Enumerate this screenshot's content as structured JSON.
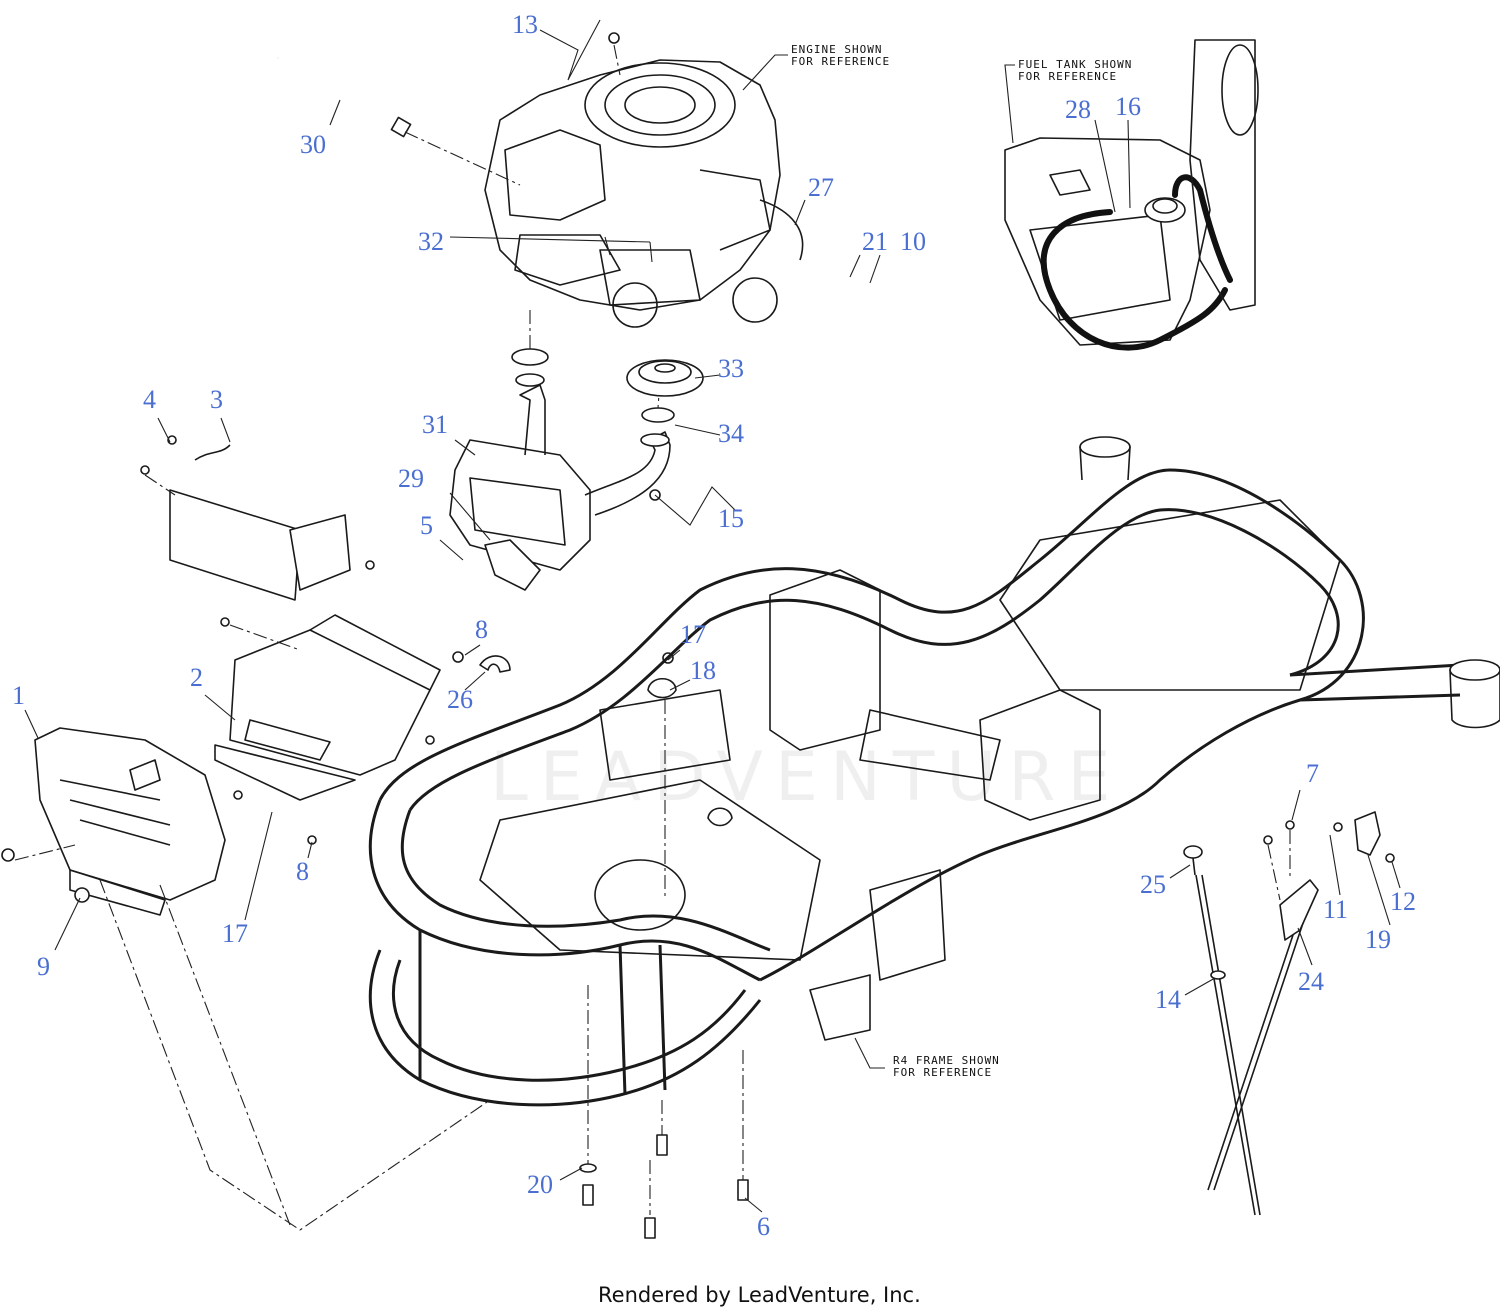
{
  "diagram": {
    "notes": {
      "engine": [
        "ENGINE SHOWN",
        "FOR REFERENCE"
      ],
      "fuel_tank": [
        "FUEL TANK SHOWN",
        "FOR REFERENCE"
      ],
      "frame": [
        "R4 FRAME SHOWN",
        "FOR REFERENCE"
      ]
    },
    "watermark": "LEADVENTURE",
    "footer": "Rendered by LeadVenture, Inc.",
    "callouts": {
      "c1": "1",
      "c2": "2",
      "c3": "3",
      "c4": "4",
      "c5": "5",
      "c6": "6",
      "c7": "7",
      "c8a": "8",
      "c8b": "8",
      "c9": "9",
      "c10": "10",
      "c11": "11",
      "c12": "12",
      "c13": "13",
      "c14": "14",
      "c15": "15",
      "c16": "16",
      "c17a": "17",
      "c17b": "17",
      "c18": "18",
      "c19": "19",
      "c20": "20",
      "c21": "21",
      "c24": "24",
      "c25": "25",
      "c26": "26",
      "c27": "27",
      "c28": "28",
      "c29": "29",
      "c30": "30",
      "c31": "31",
      "c32": "32",
      "c33": "33",
      "c34": "34"
    }
  }
}
